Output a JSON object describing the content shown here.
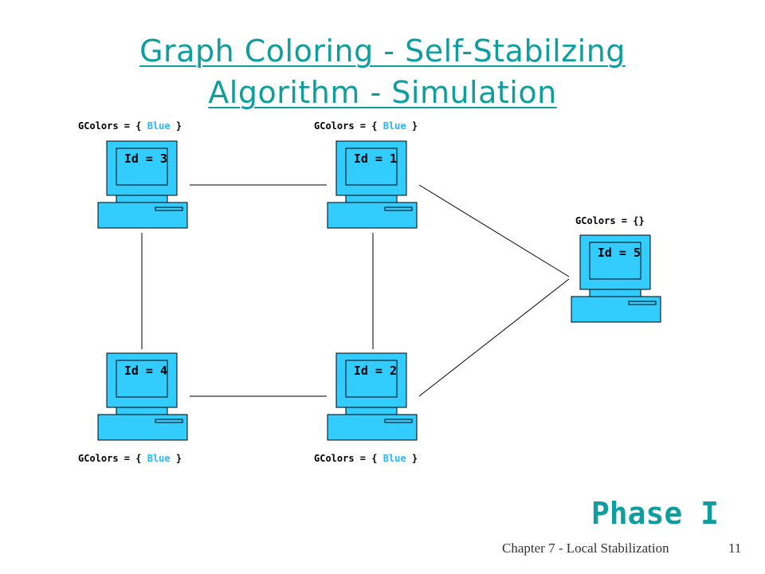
{
  "title": {
    "line1": "Graph Coloring - Self-Stabilzing",
    "line2": "Algorithm - Simulation"
  },
  "nodes": [
    {
      "id_label": "Id = 3",
      "gcolors_prefix": "GColors = { ",
      "gcolors_color": "Blue",
      "gcolors_suffix": " }"
    },
    {
      "id_label": "Id = 1",
      "gcolors_prefix": "GColors = { ",
      "gcolors_color": "Blue",
      "gcolors_suffix": " }"
    },
    {
      "id_label": "Id = 5",
      "gcolors_prefix": "GColors = {}",
      "gcolors_color": "",
      "gcolors_suffix": ""
    },
    {
      "id_label": "Id = 4",
      "gcolors_prefix": "GColors = { ",
      "gcolors_color": "Blue",
      "gcolors_suffix": " }"
    },
    {
      "id_label": "Id = 2",
      "gcolors_prefix": "GColors = { ",
      "gcolors_color": "Blue",
      "gcolors_suffix": " }"
    }
  ],
  "edges": [
    [
      "Id = 3",
      "Id = 1"
    ],
    [
      "Id = 3",
      "Id = 4"
    ],
    [
      "Id = 1",
      "Id = 2"
    ],
    [
      "Id = 4",
      "Id = 2"
    ],
    [
      "Id = 1",
      "Id = 5"
    ],
    [
      "Id = 2",
      "Id = 5"
    ]
  ],
  "colors": {
    "computer_fill": "#33ccff",
    "title": "#0f9d9d",
    "blue_text": "#29b6f6"
  },
  "phase": "Phase I",
  "footer": {
    "chapter": "Chapter 7 - Local Stabilization",
    "page": "11"
  }
}
